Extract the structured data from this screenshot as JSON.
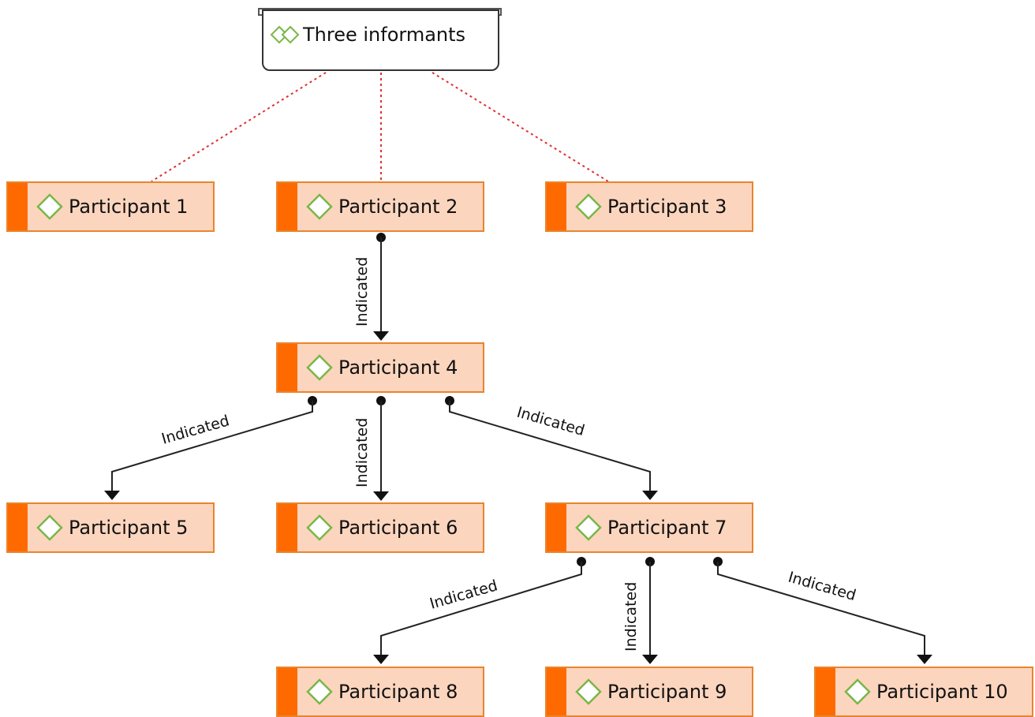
{
  "root": {
    "label": "Three informants",
    "icon": "double-diamond-icon"
  },
  "participants": [
    {
      "id": "p1",
      "label": "Participant 1"
    },
    {
      "id": "p2",
      "label": "Participant 2"
    },
    {
      "id": "p3",
      "label": "Participant 3"
    },
    {
      "id": "p4",
      "label": "Participant 4"
    },
    {
      "id": "p5",
      "label": "Participant 5"
    },
    {
      "id": "p6",
      "label": "Participant 6"
    },
    {
      "id": "p7",
      "label": "Participant 7"
    },
    {
      "id": "p8",
      "label": "Participant 8"
    },
    {
      "id": "p9",
      "label": "Participant 9"
    },
    {
      "id": "p10",
      "label": "Participant 10"
    }
  ],
  "edges": [
    {
      "from": "root",
      "to": "p1",
      "style": "dotted"
    },
    {
      "from": "root",
      "to": "p2",
      "style": "dotted"
    },
    {
      "from": "root",
      "to": "p3",
      "style": "dotted"
    },
    {
      "from": "p2",
      "to": "p4",
      "label": "Indicated"
    },
    {
      "from": "p4",
      "to": "p5",
      "label": "Indicated"
    },
    {
      "from": "p4",
      "to": "p6",
      "label": "Indicated"
    },
    {
      "from": "p4",
      "to": "p7",
      "label": "Indicated"
    },
    {
      "from": "p7",
      "to": "p8",
      "label": "Indicated"
    },
    {
      "from": "p7",
      "to": "p9",
      "label": "Indicated"
    },
    {
      "from": "p7",
      "to": "p10",
      "label": "Indicated"
    }
  ],
  "colors": {
    "node_fill": "#fcd5be",
    "node_border": "#e8852e",
    "node_bar": "#ff6a00",
    "icon_green": "#7ab648",
    "dotted_edge": "#e03030",
    "edge": "#222222"
  }
}
